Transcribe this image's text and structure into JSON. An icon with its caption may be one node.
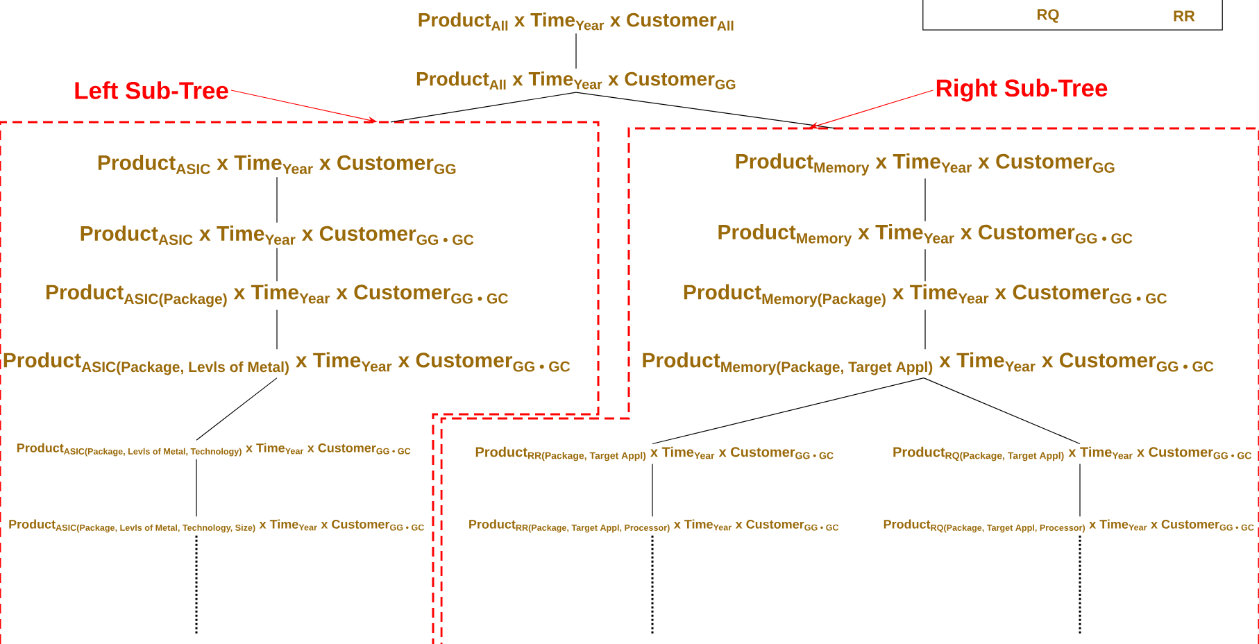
{
  "diagram": {
    "nodes": [
      {
        "text": [
          "RQ",
          "RR"
        ]
      },
      {
        "text": [
          "\\text{Product}_{\\text{All}}\\ \\text{x Time}_{\\text{Year}}\\ \\text{x Customer}_{\\text{All}}"
        ]
      },
      {
        "text": [
          "\\text{Product}_{\\text{All}}\\ \\text{x Time}_{\\text{Year}}\\ \\text{x Customer}_{\\text{GG}}"
        ]
      },
      {
        "text": [
          "Left Sub-Tree"
        ]
      },
      {
        "text": [
          "Right Sub-Tree"
        ]
      },
      {
        "text": [],
        "shape": "box"
      },
      {
        "text": [
          "\\text{Product}_{\\text{ASIC}}\\ \\text{x Time}_{\\text{Year}}\\ \\text{x Customer}_{\\text{GG}}"
        ],
        "in": 5
      },
      {
        "text": [
          "\\text{Product}_{\\text{ASIC}}\\ \\text{x Time}_{\\text{Year}}\\ \\text{x Customer}_{\\text{GG • GC}}"
        ],
        "in": 5
      },
      {
        "text": [
          "\\text{Product}_{\\text{ASIC(Package)}}\\ \\text{x Time}_{\\text{Year}}\\ \\text{x Customer}_{\\text{GG • GC}}"
        ],
        "in": 5
      },
      {
        "text": [
          "\\text{Product}_{\\text{ASIC(Package, Levls of Metal)}}\\ \\text{x Time}_{\\text{Year}}\\ \\text{x Customer}_{\\text{GG • GC}}"
        ],
        "in": 5
      },
      {
        "text": [
          "\\text{Product}_{\\text{ASIC(Package, Levls of Metal, Technology)}}\\ \\text{x Time}_{\\text{Year}}\\ \\text{x Customer}_{\\text{GG • GC}}"
        ],
        "in": 5
      },
      {
        "text": [
          "\\text{Product}_{\\text{ASIC(Package, Levls of Metal, Technology, Size)}}\\ \\text{x Time}_{\\text{Year}}\\ \\text{x Customer}_{\\text{GG • GC}}"
        ],
        "in": 5
      },
      {
        "text": [],
        "shape": "box"
      },
      {
        "text": [
          "\\text{Product}_{\\text{Memory}}\\ \\text{x Time}_{\\text{Year}}\\ \\text{x Customer}_{\\text{GG}}"
        ],
        "in": 12
      },
      {
        "text": [
          "\\text{Product}_{\\text{Memory}}\\ \\text{x Time}_{\\text{Year}}\\ \\text{x Customer}_{\\text{GG • GC}}"
        ],
        "in": 12
      },
      {
        "text": [
          "\\text{Product}_{\\text{Memory(Package)}}\\ \\text{x Time}_{\\text{Year}}\\ \\text{x Customer}_{\\text{GG • GC}}"
        ],
        "in": 12
      },
      {
        "text": [
          "\\text{Product}_{\\text{Memory(Package, Target Appl)}}\\ \\text{x Time}_{\\text{Year}}\\ \\text{x Customer}_{\\text{GG • GC}}"
        ],
        "in": 12
      },
      {
        "text": [
          "\\text{Product}_{\\text{RR(Package, Target Appl)}}\\ \\text{x Time}_{\\text{Year}}\\ \\text{x Customer}_{\\text{GG • GC}}"
        ],
        "in": 12
      },
      {
        "text": [
          "\\text{Product}_{\\text{RQ(Package, Target Appl)}}\\ \\text{x Time}_{\\text{Year}}\\ \\text{x Customer}_{\\text{GG • GC}}"
        ],
        "in": 12
      },
      {
        "text": [
          "\\text{Product}_{\\text{RR(Package, Target Appl, Processor)}}\\ \\text{x Time}_{\\text{Year}}\\ \\text{x Customer}_{\\text{GG • GC}}"
        ],
        "in": 12
      },
      {
        "text": [
          "\\text{Product}_{\\text{RQ(Package, Target Appl, Processor)}}\\ \\text{x Time}_{\\text{Year}}\\ \\text{x Customer}_{\\text{GG • GC}}"
        ],
        "in": 12
      }
    ],
    "edges": [
      {
        "from": 1,
        "to": 2,
        "arrow": "none"
      },
      {
        "from": 2,
        "to": 5,
        "arrow": "none"
      },
      {
        "from": 2,
        "to": 12,
        "arrow": "none"
      },
      {
        "from": 3,
        "to": 5,
        "arrow": "to",
        "color": "#ff0000"
      },
      {
        "from": 4,
        "to": 12,
        "arrow": "to",
        "color": "#ff0000"
      },
      {
        "from": 6,
        "to": 7,
        "arrow": "none"
      },
      {
        "from": 7,
        "to": 8,
        "arrow": "none"
      },
      {
        "from": 8,
        "to": 9,
        "arrow": "none"
      },
      {
        "from": 9,
        "to": 10,
        "arrow": "none"
      },
      {
        "from": 10,
        "to": 11,
        "arrow": "none"
      },
      {
        "from": 11,
        "to": null,
        "arrow": "none",
        "style": "dashed"
      },
      {
        "from": 13,
        "to": 14,
        "arrow": "none"
      },
      {
        "from": 14,
        "to": 15,
        "arrow": "none"
      },
      {
        "from": 15,
        "to": 16,
        "arrow": "none"
      },
      {
        "from": 16,
        "to": 17,
        "arrow": "none"
      },
      {
        "from": 16,
        "to": 18,
        "arrow": "none"
      },
      {
        "from": 17,
        "to": 19,
        "arrow": "none"
      },
      {
        "from": 18,
        "to": 20,
        "arrow": "none"
      },
      {
        "from": 19,
        "to": null,
        "arrow": "none",
        "style": "dashed"
      },
      {
        "from": 20,
        "to": null,
        "arrow": "none",
        "style": "dashed"
      }
    ]
  }
}
